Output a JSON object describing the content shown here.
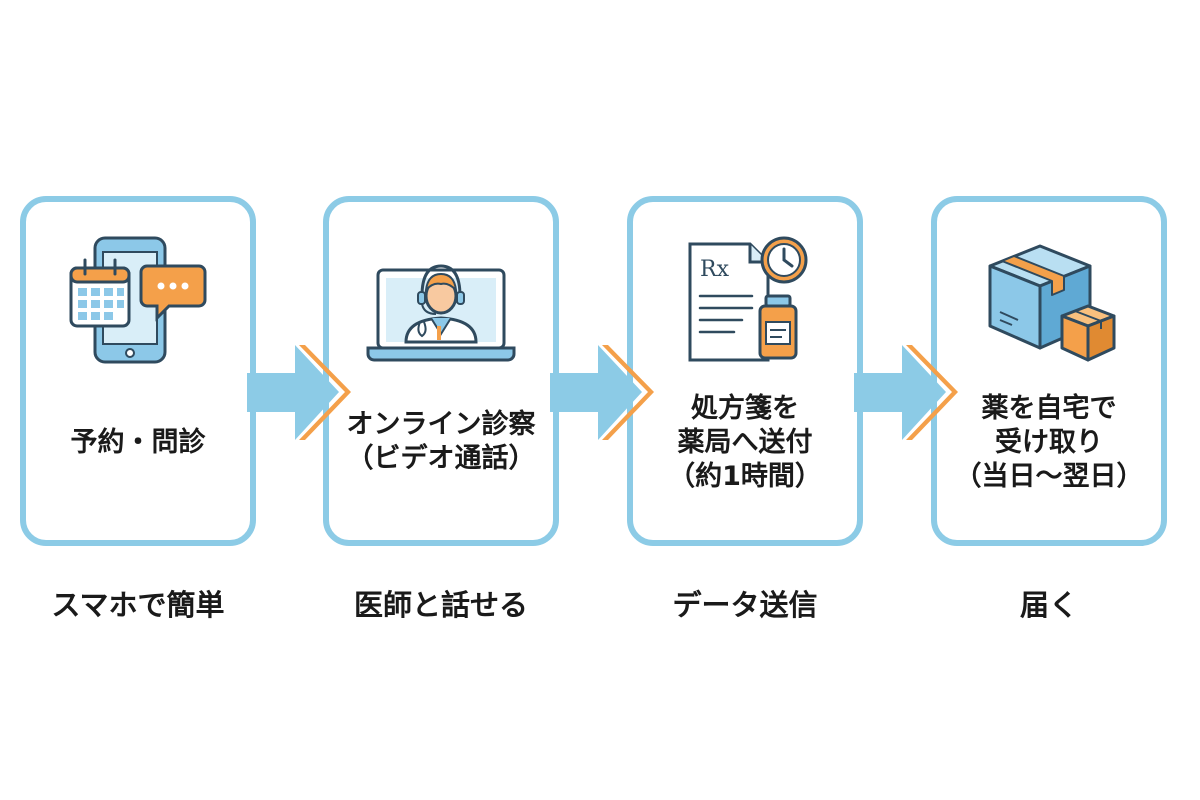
{
  "colors": {
    "card_border": "#8ccbe6",
    "arrow_blue": "#8ccbe6",
    "arrow_orange": "#f4a04a",
    "icon_stroke": "#2f4a5e",
    "icon_blue": "#8cc8e8",
    "icon_orange": "#f4a04a"
  },
  "steps": [
    {
      "lines": [
        "予約・問診"
      ],
      "caption": "スマホで簡単",
      "icon": "smartphone-calendar-chat-icon"
    },
    {
      "lines": [
        "オンライン診察",
        "（ビデオ通話）"
      ],
      "caption": "医師と話せる",
      "icon": "doctor-video-call-icon"
    },
    {
      "lines": [
        "処方箋を",
        "薬局へ送付",
        "（約1時間）"
      ],
      "caption": "データ送信",
      "icon": "prescription-clock-medicine-icon",
      "rx_label": "Rx"
    },
    {
      "lines": [
        "薬を自宅で",
        "受け取り",
        "（当日〜翌日）"
      ],
      "caption": "届く",
      "icon": "delivery-boxes-icon"
    }
  ]
}
